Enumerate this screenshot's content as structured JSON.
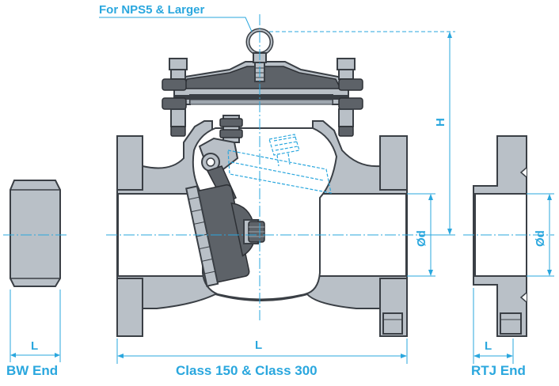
{
  "labels": {
    "top_note": "For NPS5 & Larger",
    "height": "H",
    "bore_main": "Ød",
    "bore_rtj": "Ød",
    "length_bw": "L",
    "length_main": "L",
    "length_rtj": "L",
    "bw_end": "BW End",
    "main_caption": "Class 150 & Class 300",
    "rtj_end": "RTJ End"
  },
  "colors": {
    "annotation": "#2aa7de",
    "body": "#b9c0c7",
    "outline": "#3a3f45",
    "dark_part": "#5d6268"
  }
}
